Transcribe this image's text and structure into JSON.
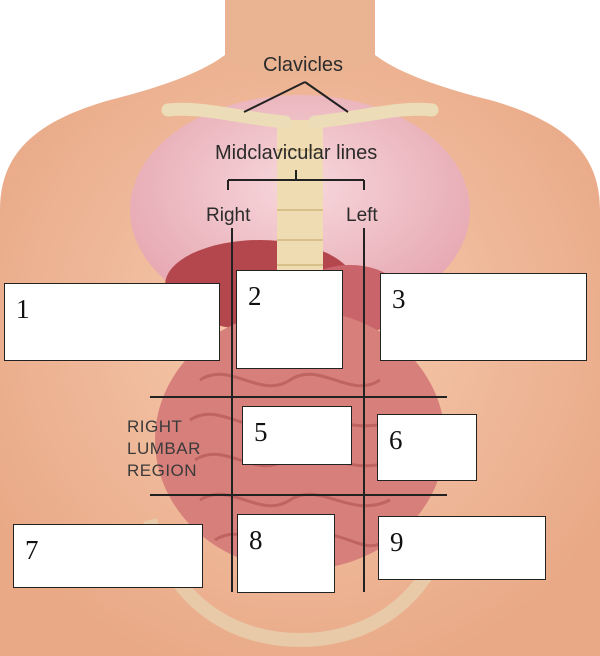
{
  "labels": {
    "clavicles": "Clavicles",
    "midclavicular": "Midclavicular lines",
    "right": "Right",
    "left": "Left",
    "region": [
      "RIGHT",
      "LUMBAR",
      "REGION"
    ]
  },
  "boxes": [
    "1",
    "2",
    "3",
    "5",
    "6",
    "7",
    "8",
    "9"
  ]
}
